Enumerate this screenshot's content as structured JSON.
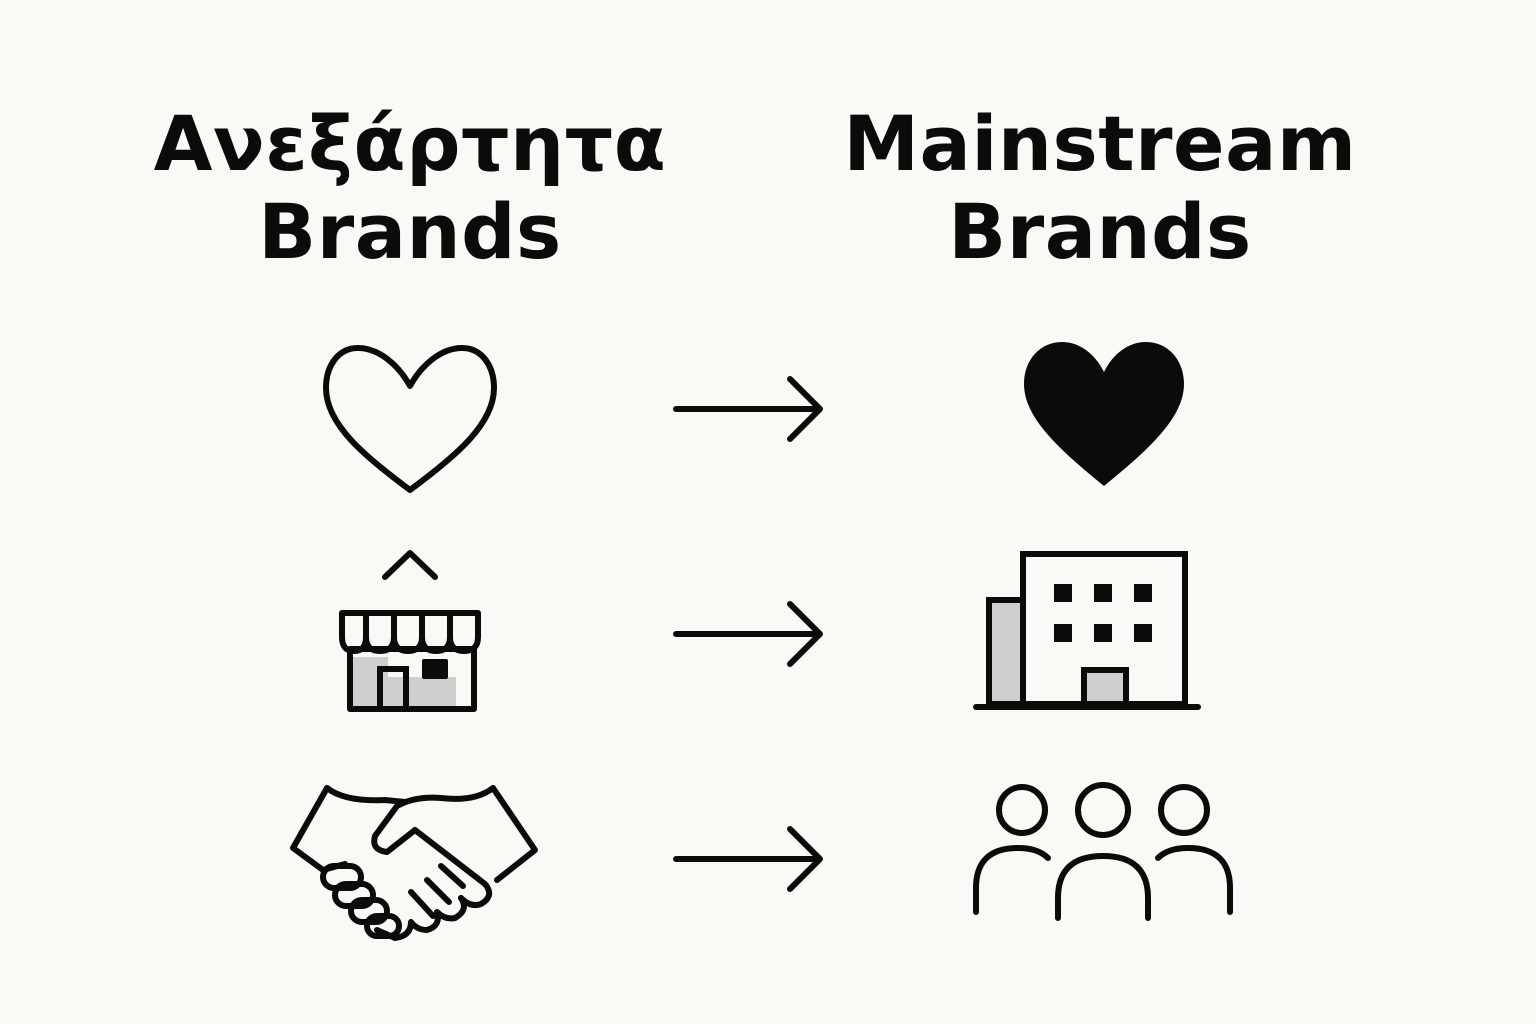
{
  "left_column": {
    "title_line1": "Ανεξάρτητα",
    "title_line2": "Brands",
    "icons": [
      "heart-outline-icon",
      "storefront-icon",
      "handshake-icon"
    ]
  },
  "right_column": {
    "title_line1": "Mainstream",
    "title_line2": "Brands",
    "icons": [
      "heart-filled-icon",
      "office-building-icon",
      "group-of-people-icon"
    ]
  },
  "connector_icon": "arrow-right-icon",
  "colors": {
    "background": "#faf9f5",
    "ink": "#0b0b0b",
    "accent_gray": "#cfcfcf"
  }
}
